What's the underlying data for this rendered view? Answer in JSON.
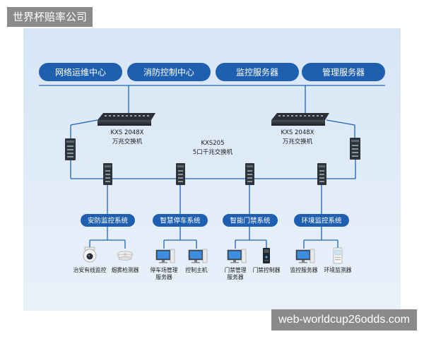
{
  "watermark_top": "世界杯赔率公司",
  "watermark_bottom": "web-worldcup26odds.com",
  "colors": {
    "background": "#dce8f6",
    "box": "#1f5fb0",
    "line": "#1e63b8",
    "text": "#1a1a1a"
  },
  "top_systems": [
    "网络运维中心",
    "消防控制中心",
    "监控服务器",
    "管理服务器"
  ],
  "core_switches": [
    {
      "model": "KXS 2048X",
      "desc": "万兆交换机"
    },
    {
      "model": "KXS 2048X",
      "desc": "万兆交换机"
    }
  ],
  "access_switch": {
    "model": "KXS205",
    "desc": "5口千兆交换机"
  },
  "subsystems": [
    {
      "name": "安防监控系统",
      "devices": [
        {
          "label": "治安有线监控",
          "icon": "dome-camera-icon"
        },
        {
          "label": "烟雾检测器",
          "icon": "smoke-detector-icon"
        }
      ]
    },
    {
      "name": "智慧停车系统",
      "devices": [
        {
          "label": "停车场管理\n服务器",
          "icon": "monitor-server-icon"
        },
        {
          "label": "控制主机",
          "icon": "monitor-host-icon"
        }
      ]
    },
    {
      "name": "智能门禁系统",
      "devices": [
        {
          "label": "门禁管理\n服务器",
          "icon": "monitor-server-icon"
        },
        {
          "label": "门禁控制器",
          "icon": "access-controller-icon"
        }
      ]
    },
    {
      "name": "环境监控系统",
      "devices": [
        {
          "label": "监控服务器",
          "icon": "monitor-server-icon"
        },
        {
          "label": "环境监测器",
          "icon": "env-monitor-icon"
        }
      ]
    }
  ]
}
